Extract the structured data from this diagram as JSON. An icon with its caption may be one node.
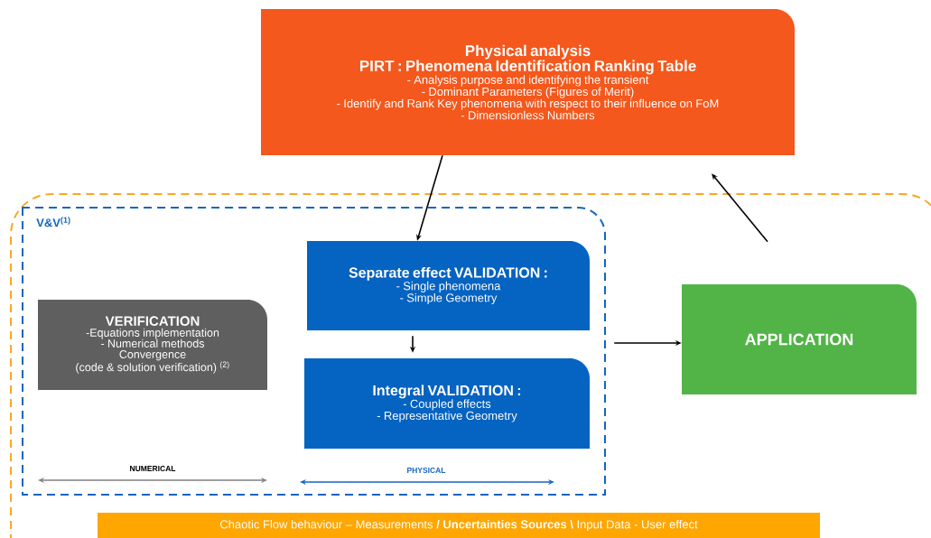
{
  "diagram": {
    "nodes": [
      {
        "text": [
          "Physical analysis",
          "PIRT : Phenomena Identification Ranking Table",
          "- Analysis purpose and  identifying the transient",
          "- Dominant Parameters  (Figures of Merit)",
          "- Identify and Rank Key phenomena with respect to their influence on FoM",
          "- Dimensionless Numbers"
        ]
      },
      {
        "text": [],
        "shape": "box"
      },
      {
        "text": [
          "V&V$^{(1)}$"
        ],
        "in": 1
      },
      {
        "text": [
          "VERIFICATION",
          "-Equations  implementation",
          "- Numerical methods",
          "Convergence",
          "(code & solution verification) $^{(2)}$"
        ],
        "in": 2
      },
      {
        "text": [
          "Separate effect VALIDATION  :",
          "- Single phenomena",
          "- Simple Geometry"
        ],
        "in": 2
      },
      {
        "text": [
          "Integral VALIDATION  :",
          "- Coupled effects",
          "- Representative Geometry"
        ],
        "in": 2
      },
      {
        "text": [
          "APPLICATION"
        ],
        "in": 1
      },
      {
        "text": [
          "Chaotic Flow behaviour – Measurements  **/ Uncertainties Sources \\**  Input Data  - User effect"
        ],
        "in": 1
      }
    ],
    "edges": [
      {
        "from": 0,
        "to": 4,
        "arrow": "to"
      },
      {
        "from": 4,
        "to": 5,
        "arrow": "to"
      },
      {
        "from": 2,
        "to": 6,
        "arrow": "to"
      },
      {
        "from": 6,
        "to": 0,
        "arrow": "to"
      }
    ],
    "labels": [
      "NUMERICAL",
      "PHYSICAL"
    ]
  }
}
